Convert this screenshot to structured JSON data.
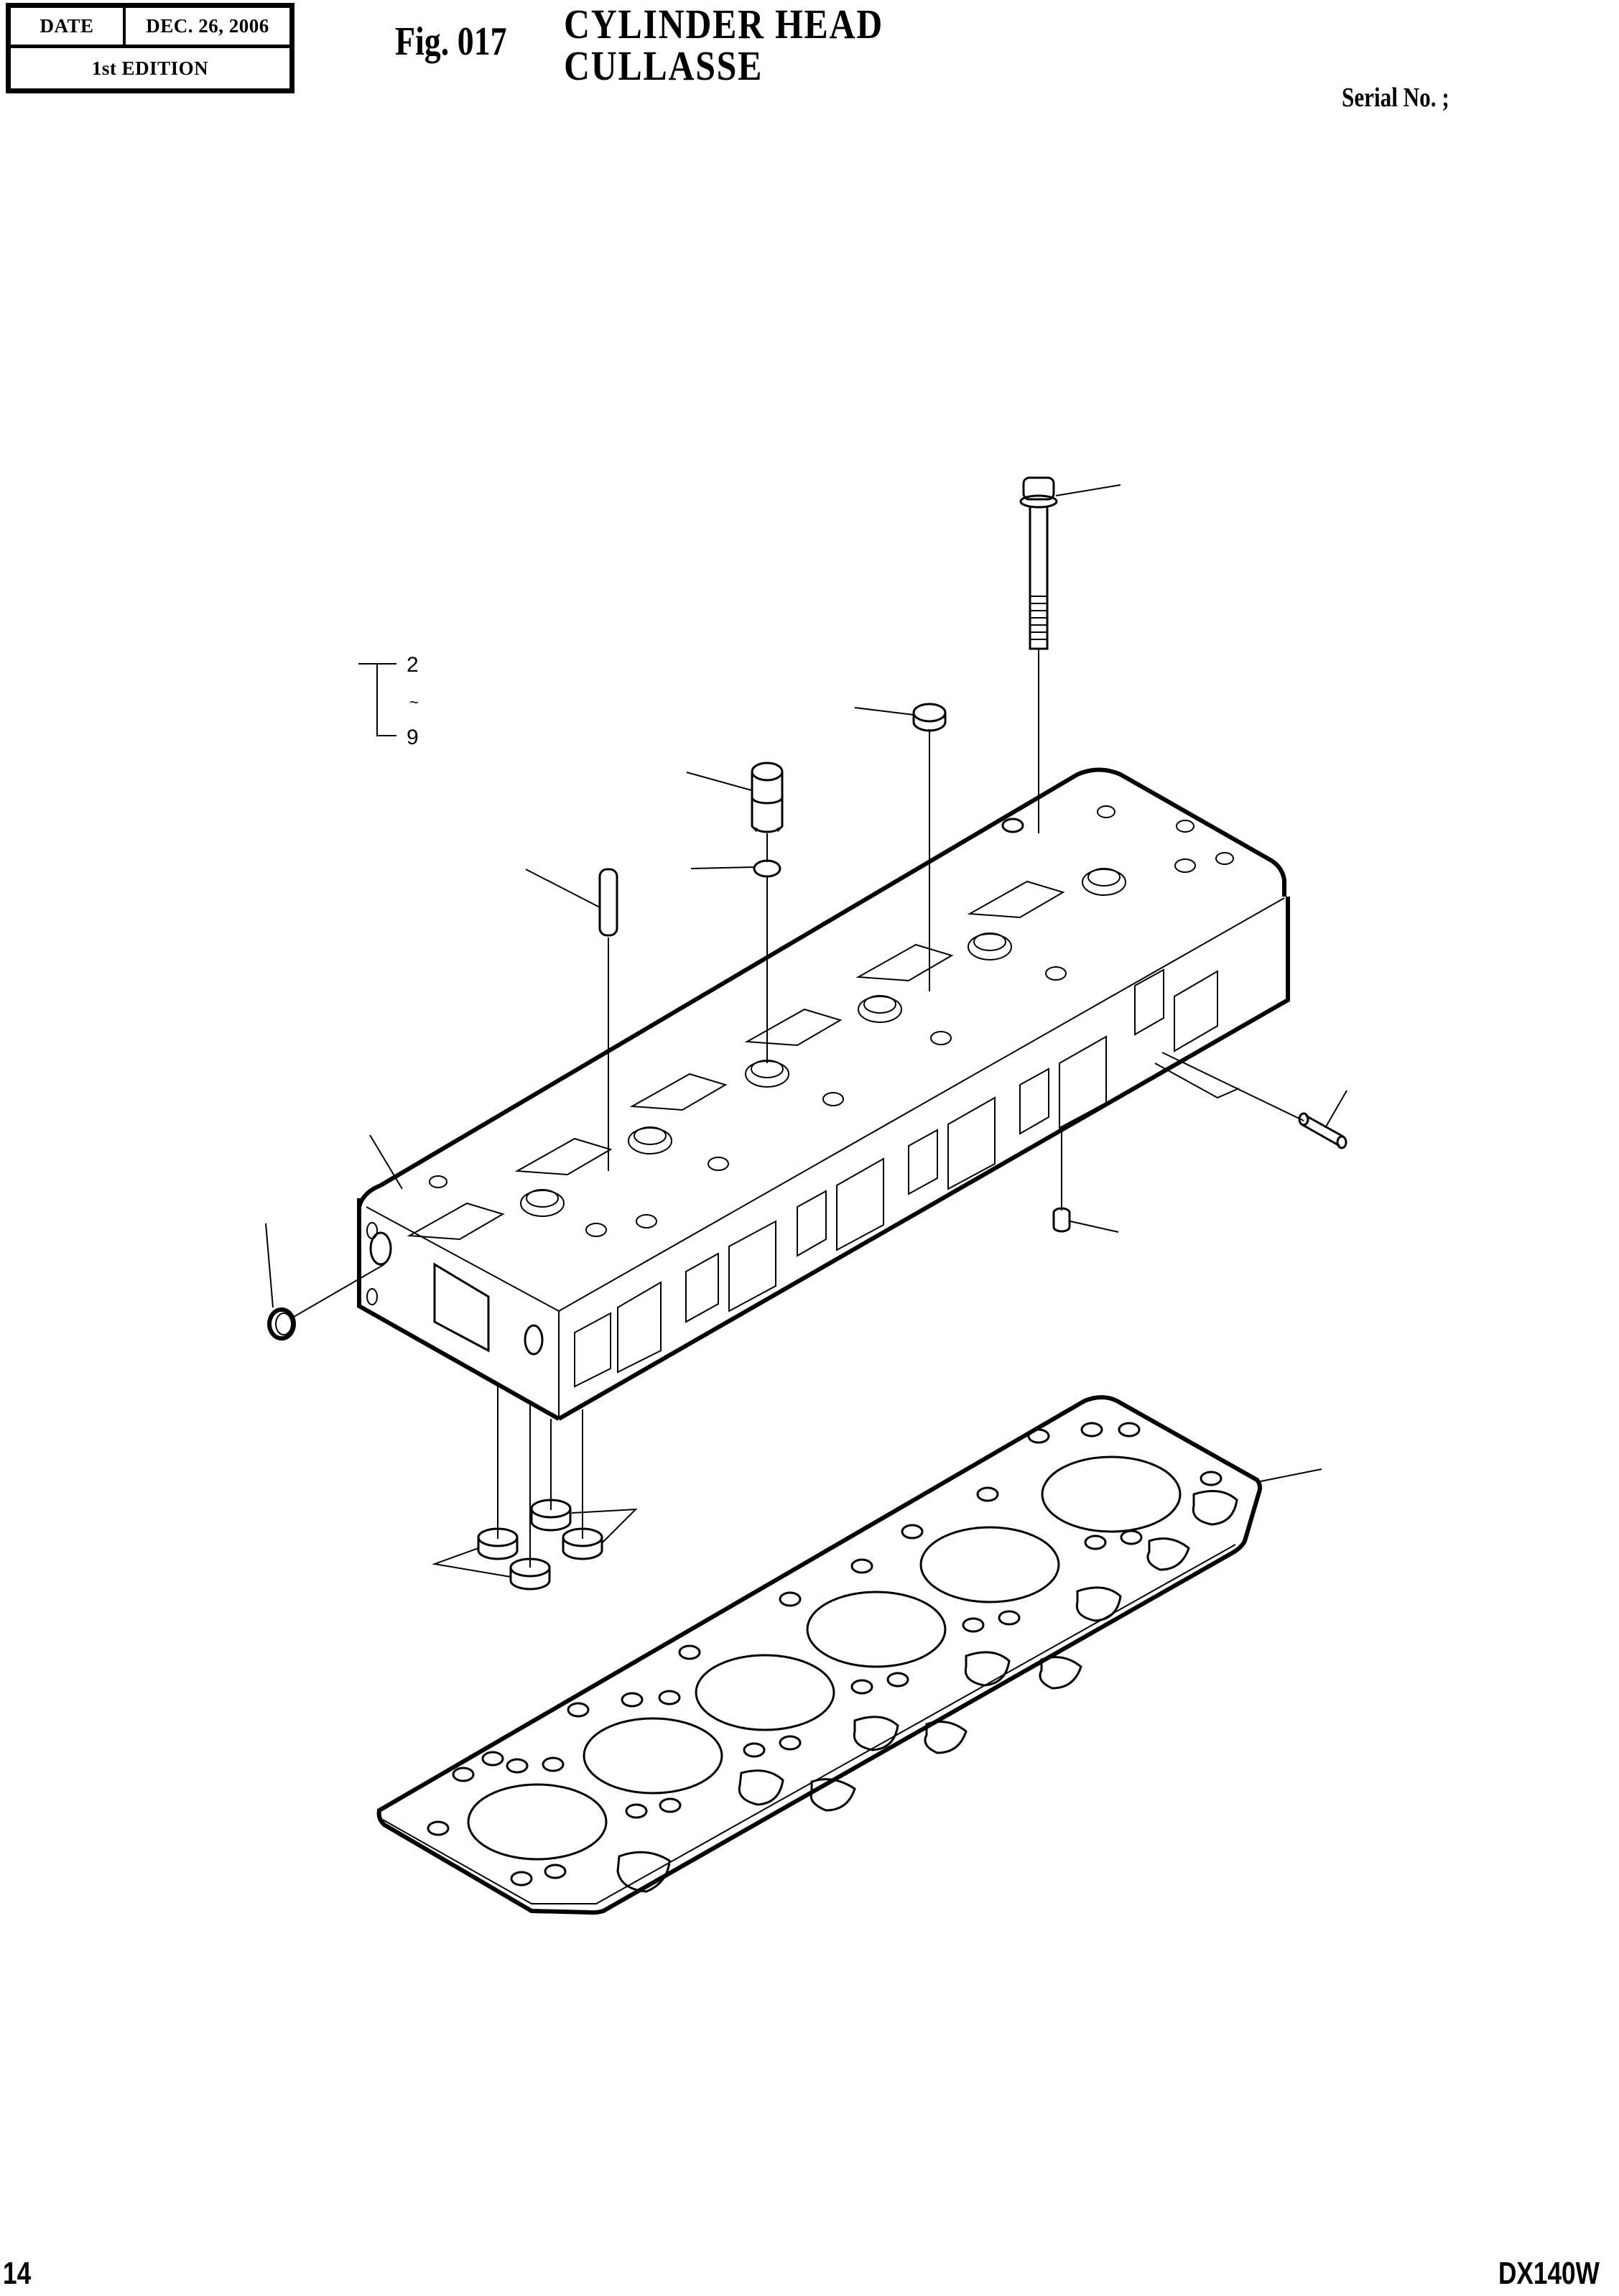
{
  "header": {
    "date_label": "DATE",
    "date_value": "DEC. 26, 2006",
    "edition": "1st EDITION",
    "figure_number": "Fig. 017",
    "title_en": "CYLINDER HEAD",
    "title_fr": "CULLASSE",
    "serial_label": "Serial No. ;"
  },
  "diagram": {
    "range_label": {
      "from": "2",
      "separator": "~",
      "to": "9"
    },
    "parts": [
      {
        "name": "head-bolt"
      },
      {
        "name": "injector-sleeve"
      },
      {
        "name": "o-ring"
      },
      {
        "name": "sleeve-cap"
      },
      {
        "name": "dowel-pin"
      },
      {
        "name": "cylinder-head"
      },
      {
        "name": "expansion-plug-side"
      },
      {
        "name": "stud"
      },
      {
        "name": "plug-bottom"
      },
      {
        "name": "bottom-sleeves"
      },
      {
        "name": "cylinder-head-gasket"
      }
    ]
  },
  "footer": {
    "page_number": "14",
    "model": "DX140W"
  }
}
